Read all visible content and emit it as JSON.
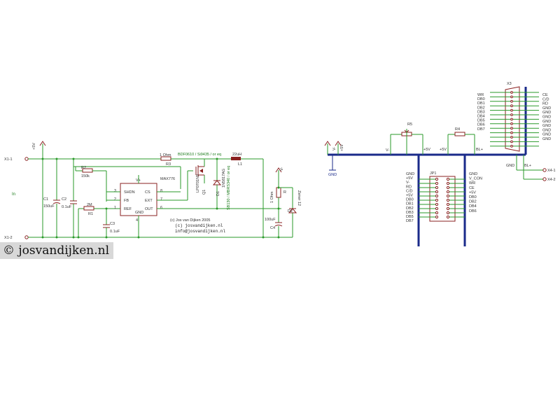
{
  "watermark": "© josvandijken.nl",
  "power": {
    "connectors": [
      "X1-1",
      "X1-2"
    ],
    "in_label": "In",
    "supply": "+5V",
    "supply_neg": "V-",
    "ic": "MAX776",
    "ic_pins": {
      "shdn": "SHDN",
      "fb": "FB",
      "ref": "REF",
      "gnd": "GND",
      "cs": "CS",
      "ext": "EXT",
      "out": "OUT",
      "v": "V+"
    },
    "ic_pin_numbers": [
      "3",
      "2",
      "1",
      "4",
      "8",
      "7",
      "6",
      "5"
    ],
    "r3": {
      "name": "R3",
      "value": "1 Ohm"
    },
    "r2": {
      "name": "R2",
      "value": "150k"
    },
    "r1": {
      "name": "R1",
      "value": "2M"
    },
    "c1": {
      "name": "C1",
      "value": "150uF"
    },
    "c2": {
      "name": "C2",
      "value": "0.1uF"
    },
    "c3": {
      "name": "C3",
      "value": "0.1uF"
    },
    "c4": {
      "name": "C4",
      "value": "100uF"
    },
    "q1": {
      "name": "Q1",
      "part": "LP0701N3"
    },
    "mosfet_note": "BDF0610 / Si9435 / or eq",
    "l1": {
      "name": "L1",
      "value": "22uH"
    },
    "d1": {
      "name": "D1",
      "part": "1N5817AG"
    },
    "diode_note": "SB130 / MBRS340 / or eq",
    "r_load": {
      "name": "R",
      "value": "1 Ohm"
    },
    "d2": {
      "name": "D2",
      "part": "Zener 12"
    },
    "vminus": "V-",
    "copyright_lines": [
      "(c) Jos van Dijken 2005",
      "(c) josvandijken.nl",
      "info@josvandijken.nl"
    ]
  },
  "bus": {
    "gnd": "GND",
    "v_plus5": "+5V",
    "v_minus": "V-",
    "v_label": "V-",
    "r5": "R5",
    "r4": "R4",
    "plus5_a": "+5V",
    "plus5_b": "+5V",
    "bl_plus": "BL+",
    "bl_plus2": "BL+",
    "gnd2": "GND",
    "x4": [
      "X4-1",
      "X4-2"
    ],
    "jp1": {
      "name": "JP1",
      "left": [
        "GND",
        "+5V",
        "V-",
        "RD",
        "C/D",
        "+5V",
        "DB0",
        "DB1",
        "DB2",
        "DB3",
        "DB5",
        "DB7"
      ],
      "right": [
        "GND",
        "V_CON",
        "WR",
        "CE",
        "+5V",
        "DB0",
        "DB2",
        "DB4",
        "DB6"
      ]
    },
    "x3": {
      "name": "X3",
      "left": [
        "WR",
        "DB0",
        "DB1",
        "DB2",
        "DB3",
        "DB4",
        "DB5",
        "DB6",
        "DB7"
      ],
      "right": [
        "CE",
        "C/D",
        "RD",
        "GND",
        "GND",
        "GND",
        "GND",
        "GND",
        "GND",
        "GND",
        "GND"
      ]
    }
  }
}
